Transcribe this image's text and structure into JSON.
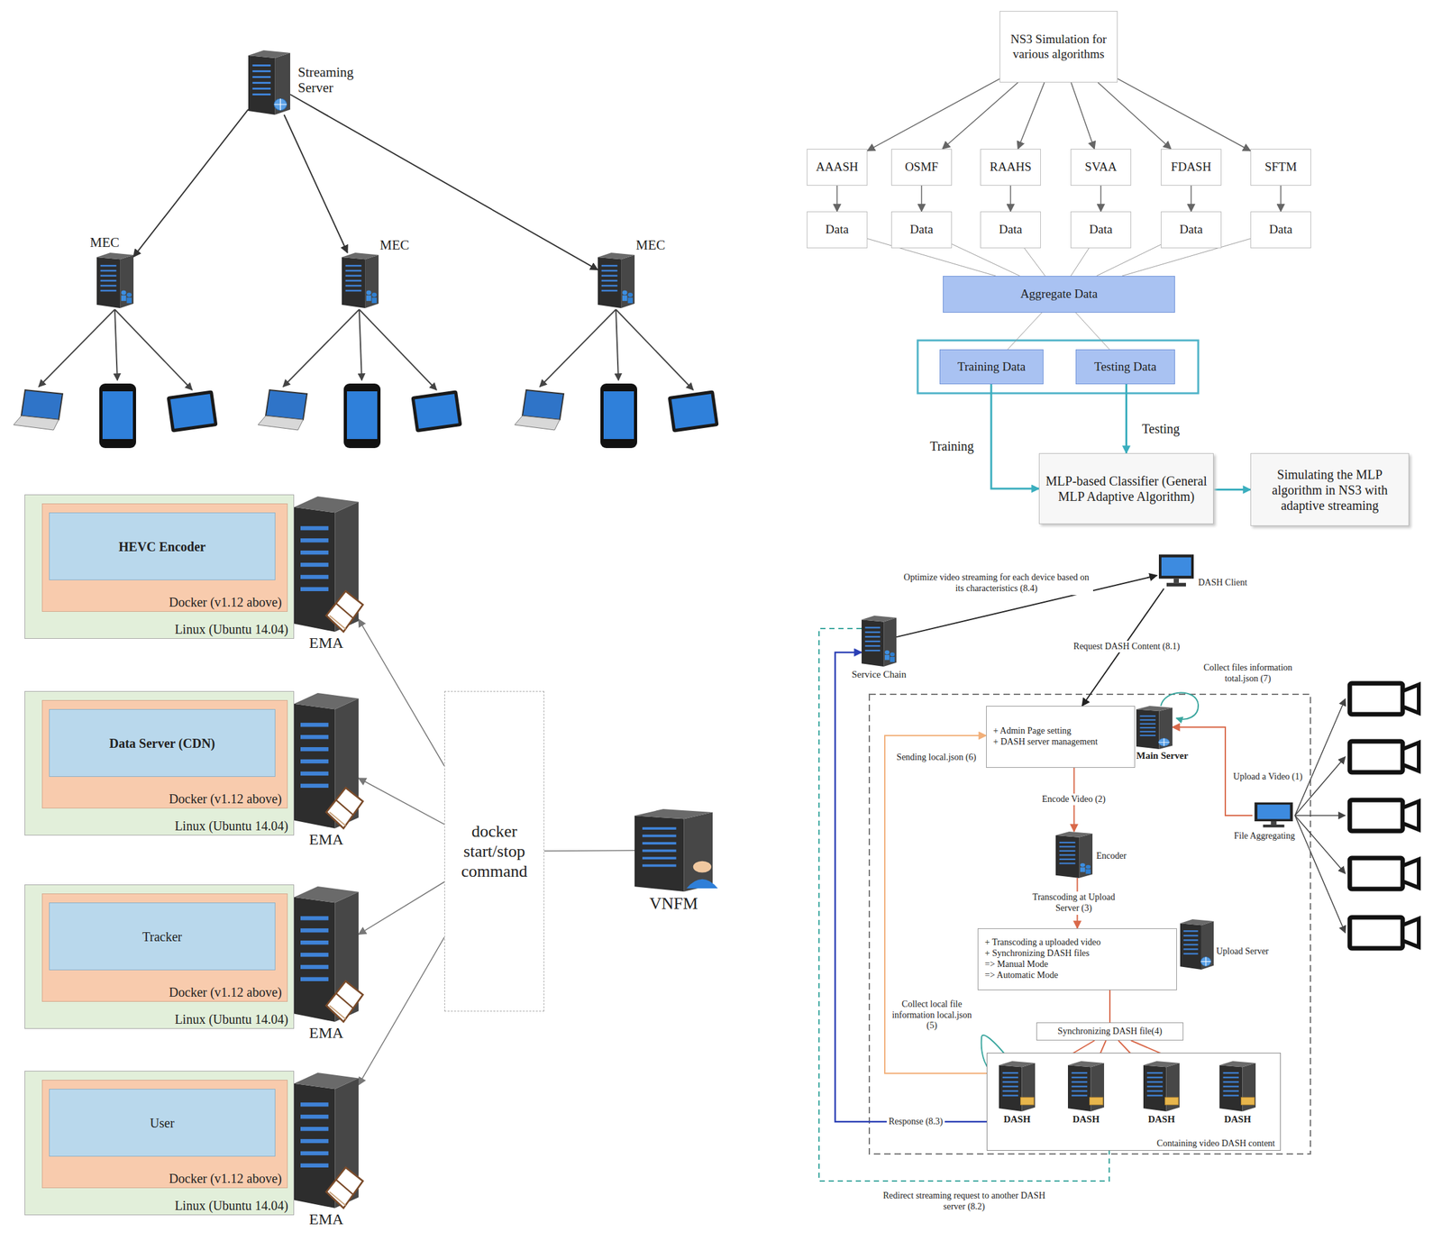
{
  "diagram": {
    "nodes": [
      {
        "text": [
          "Streaming Server"
        ]
      },
      {
        "text": [
          "MEC"
        ]
      },
      {
        "text": [
          "MEC"
        ]
      },
      {
        "text": [
          "MEC"
        ]
      },
      {
        "text": [
          "NS3 Simulation for various algorithms"
        ]
      },
      {
        "text": [
          "AAASH"
        ]
      },
      {
        "text": [
          "OSMF"
        ]
      },
      {
        "text": [
          "RAAHS"
        ]
      },
      {
        "text": [
          "SVAA"
        ]
      },
      {
        "text": [
          "FDASH"
        ]
      },
      {
        "text": [
          "SFTM"
        ]
      },
      {
        "text": [
          "Data"
        ]
      },
      {
        "text": [
          "Data"
        ]
      },
      {
        "text": [
          "Data"
        ]
      },
      {
        "text": [
          "Data"
        ]
      },
      {
        "text": [
          "Data"
        ]
      },
      {
        "text": [
          "Data"
        ]
      },
      {
        "text": [
          "Aggregate Data"
        ]
      },
      {
        "text": [
          "Training Data"
        ]
      },
      {
        "text": [
          "Testing Data"
        ]
      },
      {
        "text": [
          "MLP-based Classifier (General MLP Adaptive Algorithm)"
        ]
      },
      {
        "text": [
          "Simulating the MLP algorithm in NS3 with adaptive streaming"
        ]
      },
      {
        "text": [
          "Linux (Ubuntu 14.04)"
        ]
      },
      {
        "text": [
          "Docker (v1.12 above)"
        ],
        "in": 22
      },
      {
        "text": [
          "HEVC Encoder"
        ],
        "in": 23
      },
      {
        "text": [
          "EMA"
        ]
      },
      {
        "text": [
          "Linux (Ubuntu 14.04)"
        ]
      },
      {
        "text": [
          "Docker (v1.12 above)"
        ],
        "in": 26
      },
      {
        "text": [
          "Data Server (CDN)"
        ],
        "in": 27
      },
      {
        "text": [
          "EMA"
        ]
      },
      {
        "text": [
          "Linux (Ubuntu 14.04)"
        ]
      },
      {
        "text": [
          "Docker (v1.12 above)"
        ],
        "in": 30
      },
      {
        "text": [
          "Tracker"
        ],
        "in": 31
      },
      {
        "text": [
          "EMA"
        ]
      },
      {
        "text": [
          "Linux (Ubuntu 14.04)"
        ]
      },
      {
        "text": [
          "Docker (v1.12 above)"
        ],
        "in": 34
      },
      {
        "text": [
          "User"
        ],
        "in": 35
      },
      {
        "text": [
          "EMA"
        ]
      },
      {
        "text": [
          "docker start/stop command"
        ]
      },
      {
        "text": [
          "VNFM"
        ]
      },
      {
        "text": [
          "DASH Client"
        ]
      },
      {
        "text": [
          "Service Chain"
        ]
      },
      {
        "text": [
          "+ Admin Page setting",
          "+ DASH server management"
        ]
      },
      {
        "text": [
          "Main Server"
        ]
      },
      {
        "text": [
          "File Aggregating"
        ]
      },
      {
        "text": [
          "Encoder"
        ]
      },
      {
        "text": [
          "+ Transcoding a uploaded video",
          "+ Synchronizing DASH files",
          "=> Manual Mode",
          "=> Automatic Mode"
        ]
      },
      {
        "text": [
          "Upload Server"
        ]
      },
      {
        "text": [
          "Synchronizing DASH file(4)"
        ]
      },
      {
        "text": [
          "Containing video DASH content"
        ]
      },
      {
        "text": [
          "DASH"
        ],
        "in": 49
      },
      {
        "text": [
          "DASH"
        ],
        "in": 49
      },
      {
        "text": [
          "DASH"
        ],
        "in": 49
      },
      {
        "text": [
          "DASH"
        ],
        "in": 49
      }
    ],
    "edges": [
      {
        "from": 0,
        "to": 1,
        "arrow": "to"
      },
      {
        "from": 0,
        "to": 2,
        "arrow": "to"
      },
      {
        "from": 0,
        "to": 3,
        "arrow": "to"
      },
      {
        "from": 4,
        "to": 5,
        "arrow": "to"
      },
      {
        "from": 4,
        "to": 6,
        "arrow": "to"
      },
      {
        "from": 4,
        "to": 7,
        "arrow": "to"
      },
      {
        "from": 4,
        "to": 8,
        "arrow": "to"
      },
      {
        "from": 4,
        "to": 9,
        "arrow": "to"
      },
      {
        "from": 4,
        "to": 10,
        "arrow": "to"
      },
      {
        "from": 5,
        "to": 11,
        "arrow": "to"
      },
      {
        "from": 6,
        "to": 12,
        "arrow": "to"
      },
      {
        "from": 7,
        "to": 13,
        "arrow": "to"
      },
      {
        "from": 8,
        "to": 14,
        "arrow": "to"
      },
      {
        "from": 9,
        "to": 15,
        "arrow": "to"
      },
      {
        "from": 10,
        "to": 16,
        "arrow": "to"
      },
      {
        "from": 11,
        "to": 17,
        "arrow": "none"
      },
      {
        "from": 12,
        "to": 17,
        "arrow": "none"
      },
      {
        "from": 13,
        "to": 17,
        "arrow": "none"
      },
      {
        "from": 14,
        "to": 17,
        "arrow": "none"
      },
      {
        "from": 15,
        "to": 17,
        "arrow": "none"
      },
      {
        "from": 16,
        "to": 17,
        "arrow": "none"
      },
      {
        "from": 17,
        "to": 18,
        "arrow": "none"
      },
      {
        "from": 17,
        "to": 19,
        "arrow": "none"
      },
      {
        "from": 18,
        "to": 20,
        "arrow": "to",
        "label": "Training"
      },
      {
        "from": 19,
        "to": 20,
        "arrow": "to",
        "label": "Testing"
      },
      {
        "from": 20,
        "to": 21,
        "arrow": "to"
      },
      {
        "from": 38,
        "to": 25,
        "arrow": "to"
      },
      {
        "from": 38,
        "to": 29,
        "arrow": "to"
      },
      {
        "from": 38,
        "to": 33,
        "arrow": "to"
      },
      {
        "from": 38,
        "to": 37,
        "arrow": "to"
      },
      {
        "from": 39,
        "to": 38,
        "arrow": "none"
      },
      {
        "from": 41,
        "to": 40,
        "arrow": "to",
        "label": "Optimize video streaming for each device based on its characteristics (8.4)"
      },
      {
        "from": 40,
        "to": 42,
        "arrow": "to",
        "label": "Request DASH Content (8.1)"
      },
      {
        "from": 44,
        "to": 43,
        "arrow": "to",
        "label": "Upload a Video (1)"
      },
      {
        "from": 42,
        "to": 45,
        "arrow": "to",
        "label": "Encode Video (2)"
      },
      {
        "from": 45,
        "to": 46,
        "arrow": "to",
        "label": "Transcoding at Upload Server (3)"
      },
      {
        "from": 46,
        "to": 48,
        "arrow": "none"
      },
      {
        "from": 48,
        "to": 50,
        "arrow": "to"
      },
      {
        "from": 48,
        "to": 51,
        "arrow": "to"
      },
      {
        "from": 48,
        "to": 52,
        "arrow": "to"
      },
      {
        "from": 48,
        "to": 53,
        "arrow": "to"
      },
      {
        "from": 49,
        "to": 42,
        "arrow": "to",
        "label": "Sending local.json (6)"
      },
      {
        "from": 49,
        "to": 41,
        "arrow": "to",
        "label": "Response (8.3)"
      },
      {
        "from": 41,
        "to": 51,
        "arrow": "to",
        "label": "Redirect streaming request to another DASH server (8.2)"
      }
    ],
    "labels": [
      "Collect files information total.json (7)",
      "Collect local file information local.json (5)"
    ]
  }
}
